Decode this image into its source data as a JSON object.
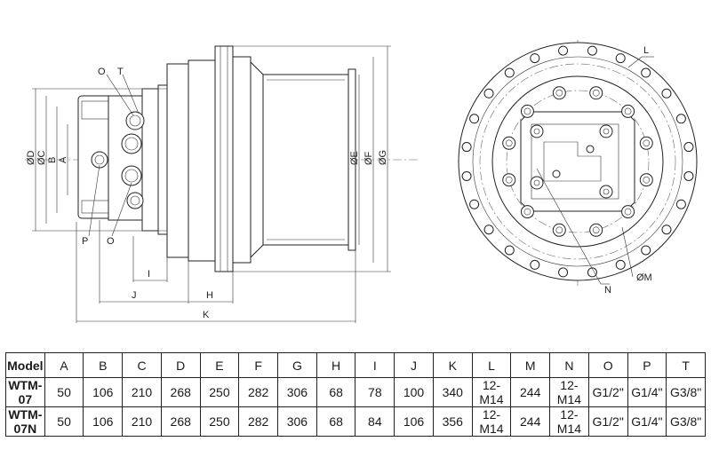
{
  "drawing": {
    "side_view_labels": {
      "O_top": "O",
      "T": "T",
      "P": "P",
      "O_bottom": "O",
      "D": "ØD",
      "C": "ØC",
      "B": "B",
      "A": "A",
      "E": "ØE",
      "F": "ØF",
      "G": "ØG",
      "I": "I",
      "J": "J",
      "H": "H",
      "K": "K"
    },
    "front_view_labels": {
      "L": "L",
      "N": "N",
      "M": "ØM"
    }
  },
  "table": {
    "headers": [
      "Model",
      "A",
      "B",
      "C",
      "D",
      "E",
      "F",
      "G",
      "H",
      "I",
      "J",
      "K",
      "L",
      "M",
      "N",
      "O",
      "P",
      "T"
    ],
    "rows": [
      [
        "WTM-07",
        "50",
        "106",
        "210",
        "268",
        "250",
        "282",
        "306",
        "68",
        "78",
        "100",
        "340",
        "12-M14",
        "244",
        "12-M14",
        "G1/2\"",
        "G1/4\"",
        "G3/8\""
      ],
      [
        "WTM-07N",
        "50",
        "106",
        "210",
        "268",
        "250",
        "282",
        "306",
        "68",
        "84",
        "106",
        "356",
        "12-M14",
        "244",
        "12-M14",
        "G1/2\"",
        "G1/4\"",
        "G3/8\""
      ]
    ]
  }
}
